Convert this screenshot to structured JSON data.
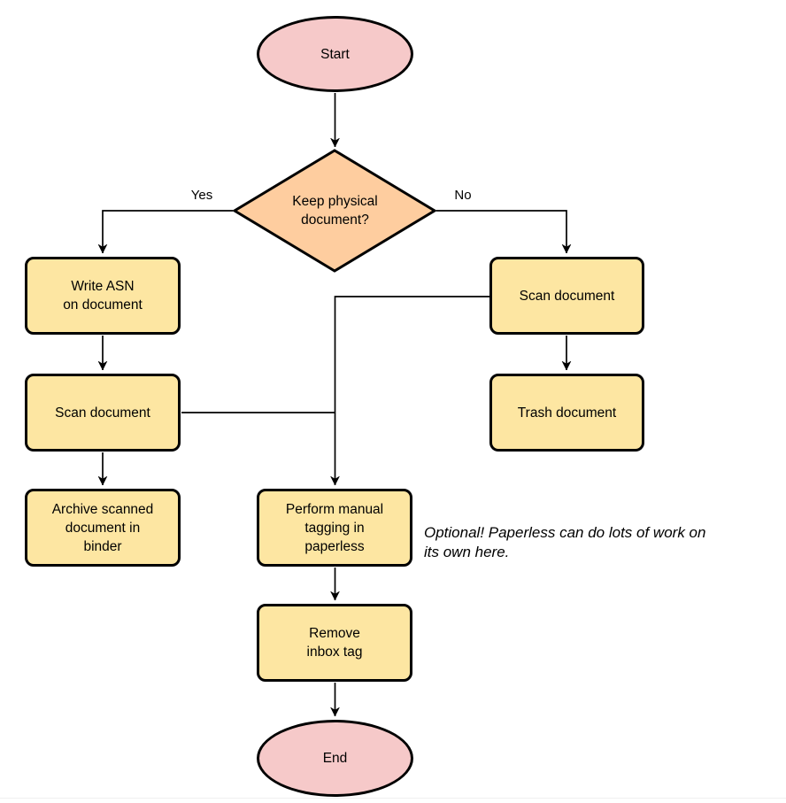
{
  "colors": {
    "terminal": "#f6c9c9",
    "decision": "#fecd9f",
    "process": "#fde6a2",
    "stroke": "#000000"
  },
  "nodes": {
    "start": {
      "label": "Start",
      "shape": "ellipse"
    },
    "decision": {
      "label": "Keep physical\ndocument?",
      "shape": "diamond"
    },
    "write_asn": {
      "label": "Write ASN\non document",
      "shape": "rounded-rect"
    },
    "scan_left": {
      "label": "Scan document",
      "shape": "rounded-rect"
    },
    "archive": {
      "label": "Archive scanned\ndocument in\nbinder",
      "shape": "rounded-rect"
    },
    "scan_right": {
      "label": "Scan document",
      "shape": "rounded-rect"
    },
    "trash": {
      "label": "Trash document",
      "shape": "rounded-rect"
    },
    "tagging": {
      "label": "Perform manual\ntagging in\npaperless",
      "shape": "rounded-rect"
    },
    "remove_inbox": {
      "label": "Remove\ninbox tag",
      "shape": "rounded-rect"
    },
    "end": {
      "label": "End",
      "shape": "ellipse"
    }
  },
  "edge_labels": {
    "yes": "Yes",
    "no": "No"
  },
  "note": {
    "text": "Optional! Paperless can do lots of work on\nits own here."
  }
}
